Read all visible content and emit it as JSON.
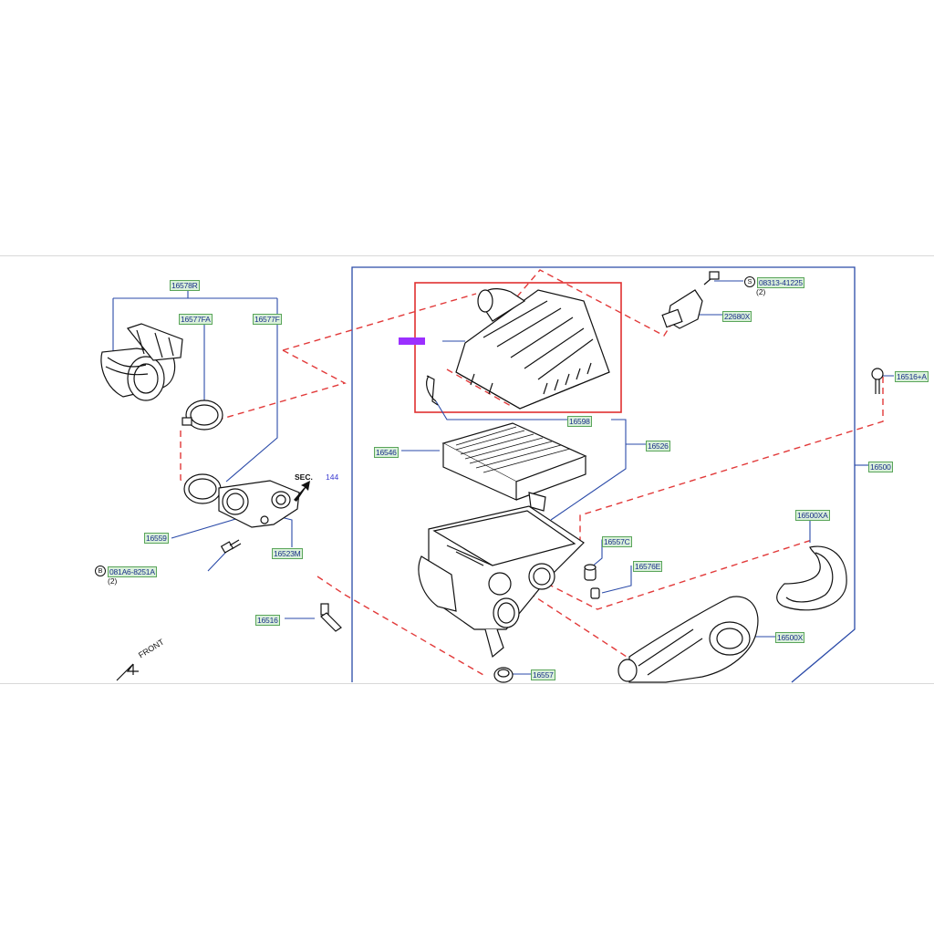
{
  "labels": {
    "p16578R": "16578R",
    "p16577FA": "16577FA",
    "p16577F": "16577F",
    "p16559": "16559",
    "p16523M": "16523M",
    "p081A6": "081A6-8251A",
    "p16516": "16516",
    "p16546": "16546",
    "p16598": "16598",
    "p16526": "16526",
    "p08313": "08313-41225",
    "p22680X": "22680X",
    "p16516A": "16516+A",
    "p16500": "16500",
    "p16557C": "16557C",
    "p16576E": "16576E",
    "p16500XA": "16500XA",
    "p16500X": "16500X",
    "p16557": "16557"
  },
  "text": {
    "sec": "SEC.",
    "sec_num": "144",
    "qty_b": "(2)",
    "qty_s": "(2)",
    "front": "FRONT",
    "circle_b": "B",
    "circle_s": "S"
  },
  "colors": {
    "callout_line": "#2a4aa8",
    "dashed_line": "#e23a3a",
    "highlight_box": "#e03030",
    "label_bg": "#d9f0d9",
    "marker": "#9b30ff"
  }
}
